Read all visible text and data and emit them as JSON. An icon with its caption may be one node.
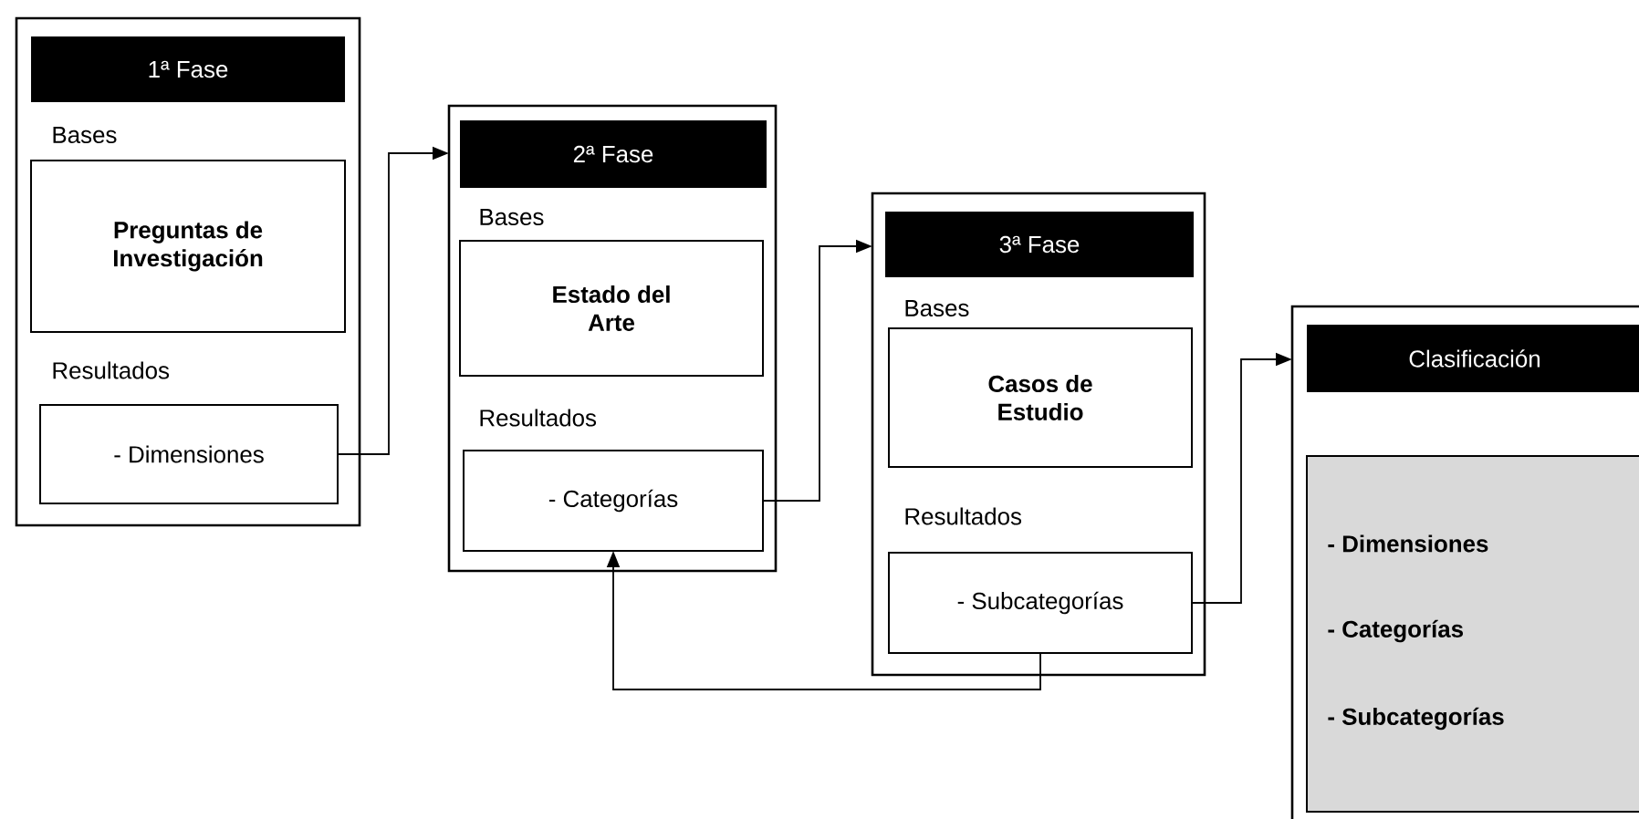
{
  "diagram": {
    "nodes": [
      {
        "text": [
          "Bases",
          "Resultados"
        ]
      },
      {
        "text": [
          "1ª Fase"
        ],
        "in": 0
      },
      {
        "text": [
          "Preguntas de Investigación"
        ],
        "in": 0
      },
      {
        "text": [
          "- Dimensiones"
        ],
        "in": 0
      },
      {
        "text": [
          "Bases",
          "Resultados"
        ]
      },
      {
        "text": [
          "2ª Fase"
        ],
        "in": 4
      },
      {
        "text": [
          "Estado del Arte"
        ],
        "in": 4
      },
      {
        "text": [
          "- Categorías"
        ],
        "in": 4
      },
      {
        "text": [
          "Bases",
          "Resultados"
        ]
      },
      {
        "text": [
          "3ª Fase"
        ],
        "in": 8
      },
      {
        "text": [
          "Casos de Estudio"
        ],
        "in": 8
      },
      {
        "text": [
          "- Subcategorías"
        ],
        "in": 8
      },
      {
        "text": [],
        "shape": "box"
      },
      {
        "text": [
          "Clasificación"
        ],
        "in": 12
      },
      {
        "text": [
          "- Dimensiones",
          "- Categorías",
          "- Subcategorías"
        ],
        "in": 12
      }
    ],
    "edges": [
      {
        "from": 3,
        "to": 4,
        "arrow": "to"
      },
      {
        "from": 7,
        "to": 8,
        "arrow": "to"
      },
      {
        "from": 11,
        "to": 12,
        "arrow": "to"
      },
      {
        "from": 11,
        "to": 7,
        "arrow": "to"
      }
    ]
  }
}
